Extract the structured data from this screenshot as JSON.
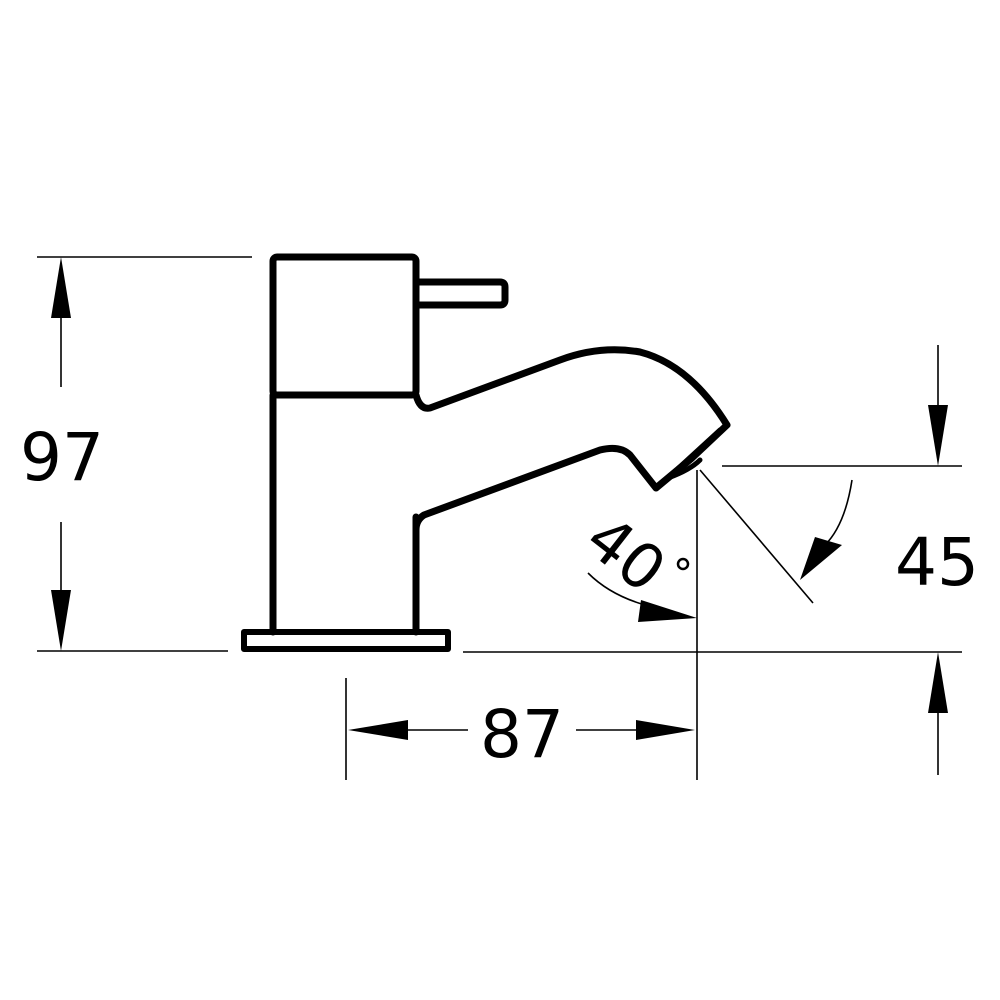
{
  "diagram": {
    "type": "technical-drawing",
    "subject": "basin pillar tap side elevation",
    "line_color": "#000000",
    "background": "#ffffff",
    "dimensions": {
      "height": {
        "label": "97",
        "value": 97,
        "unit": "mm"
      },
      "projection": {
        "label": "87",
        "value": 87,
        "unit": "mm"
      },
      "spout_height": {
        "label": "45",
        "value": 45,
        "unit": "mm"
      },
      "spout_angle": {
        "label": "40",
        "degree_symbol": "°",
        "value": 40,
        "unit": "deg"
      }
    }
  }
}
